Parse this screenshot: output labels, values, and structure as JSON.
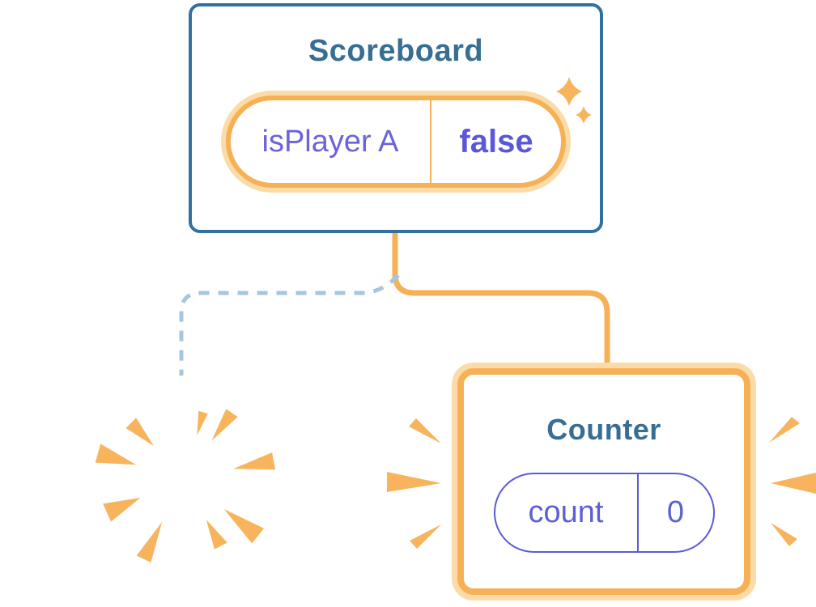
{
  "diagram": {
    "scoreboard": {
      "title": "Scoreboard",
      "state": {
        "name": "isPlayer A",
        "value": "false"
      }
    },
    "counter": {
      "title": "Counter",
      "state": {
        "name": "count",
        "value": "0"
      }
    },
    "destroyed_component": {
      "description": "removed component card shown tilted with burst marks",
      "title": "",
      "state": null
    }
  },
  "icons": {
    "sparkles": "sparkles-icon (two four-point stars)",
    "burst": "burst-icon (radial poof rays on destroyed card)",
    "emphasis_left": "emphasis-rays-icon (three wedges left of Counter)",
    "emphasis_right": "emphasis-rays-icon (three wedges right of Counter)"
  },
  "colors": {
    "card_border_blue": "#30719F",
    "title_teal": "#376E93",
    "accent_orange": "#F6B156",
    "accent_orange_light": "#FBDCA8",
    "ray_orange": "#F8B45C",
    "state_purple": "#5E5FD4",
    "state_purple_bold": "#5B57D9",
    "dashed_line_blue": "#A6C6DE",
    "background": "#FFFFFF"
  }
}
